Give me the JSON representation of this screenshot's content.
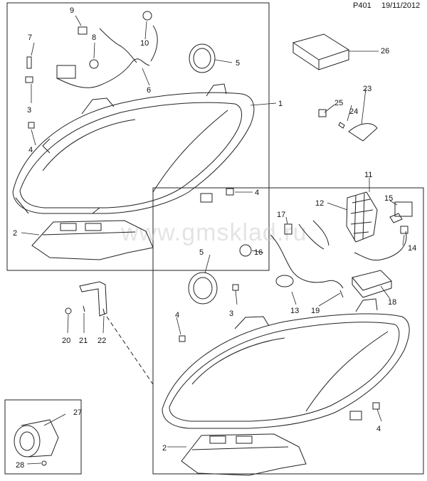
{
  "header": {
    "page_code": "P401",
    "date": "19/11/2012"
  },
  "watermark": "www.gmsklad.ru",
  "callouts": {
    "c1": "1",
    "c2a": "2",
    "c2b": "2",
    "c3a": "3",
    "c3b": "3",
    "c4a": "4",
    "c4b": "4",
    "c4c": "4",
    "c4d": "4",
    "c5a": "5",
    "c5b": "5",
    "c6": "6",
    "c7": "7",
    "c8": "8",
    "c9": "9",
    "c10": "10",
    "c11": "11",
    "c12": "12",
    "c13": "13",
    "c14": "14",
    "c15": "15",
    "c16": "16",
    "c17": "17",
    "c18": "18",
    "c19": "19",
    "c20": "20",
    "c21": "21",
    "c22": "22",
    "c23": "23",
    "c24": "24",
    "c25": "25",
    "c26": "26",
    "c27": "27",
    "c28": "28"
  }
}
